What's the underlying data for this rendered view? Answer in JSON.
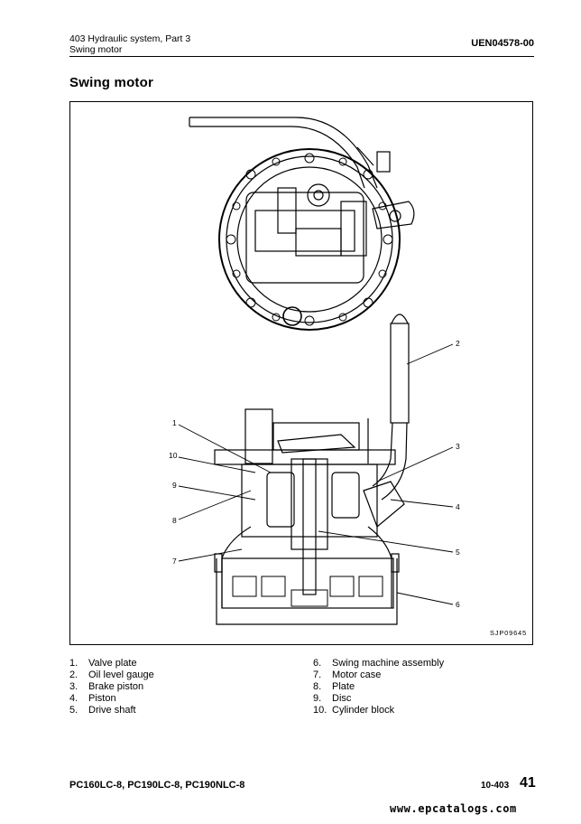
{
  "header": {
    "section_line1": "403 Hydraulic system, Part 3",
    "section_line2": "Swing motor",
    "doc_code": "UEN04578-00"
  },
  "title": "Swing motor",
  "figure": {
    "code": "SJP09645",
    "callouts": [
      "1",
      "10",
      "9",
      "8",
      "7",
      "2",
      "3",
      "4",
      "5",
      "6"
    ]
  },
  "legend": {
    "left": [
      {
        "num": "1.",
        "label": "Valve plate"
      },
      {
        "num": "2.",
        "label": "Oil level gauge"
      },
      {
        "num": "3.",
        "label": "Brake piston"
      },
      {
        "num": "4.",
        "label": "Piston"
      },
      {
        "num": "5.",
        "label": "Drive shaft"
      }
    ],
    "right": [
      {
        "num": "6.",
        "label": "Swing machine assembly"
      },
      {
        "num": "7.",
        "label": "Motor case"
      },
      {
        "num": "8.",
        "label": "Plate"
      },
      {
        "num": "9.",
        "label": "Disc"
      },
      {
        "num": "10.",
        "label": "Cylinder block"
      }
    ]
  },
  "footer": {
    "models": "PC160LC-8, PC190LC-8, PC190NLC-8",
    "code": "10-403",
    "page": "41"
  },
  "watermark": "www.epcatalogs.com"
}
